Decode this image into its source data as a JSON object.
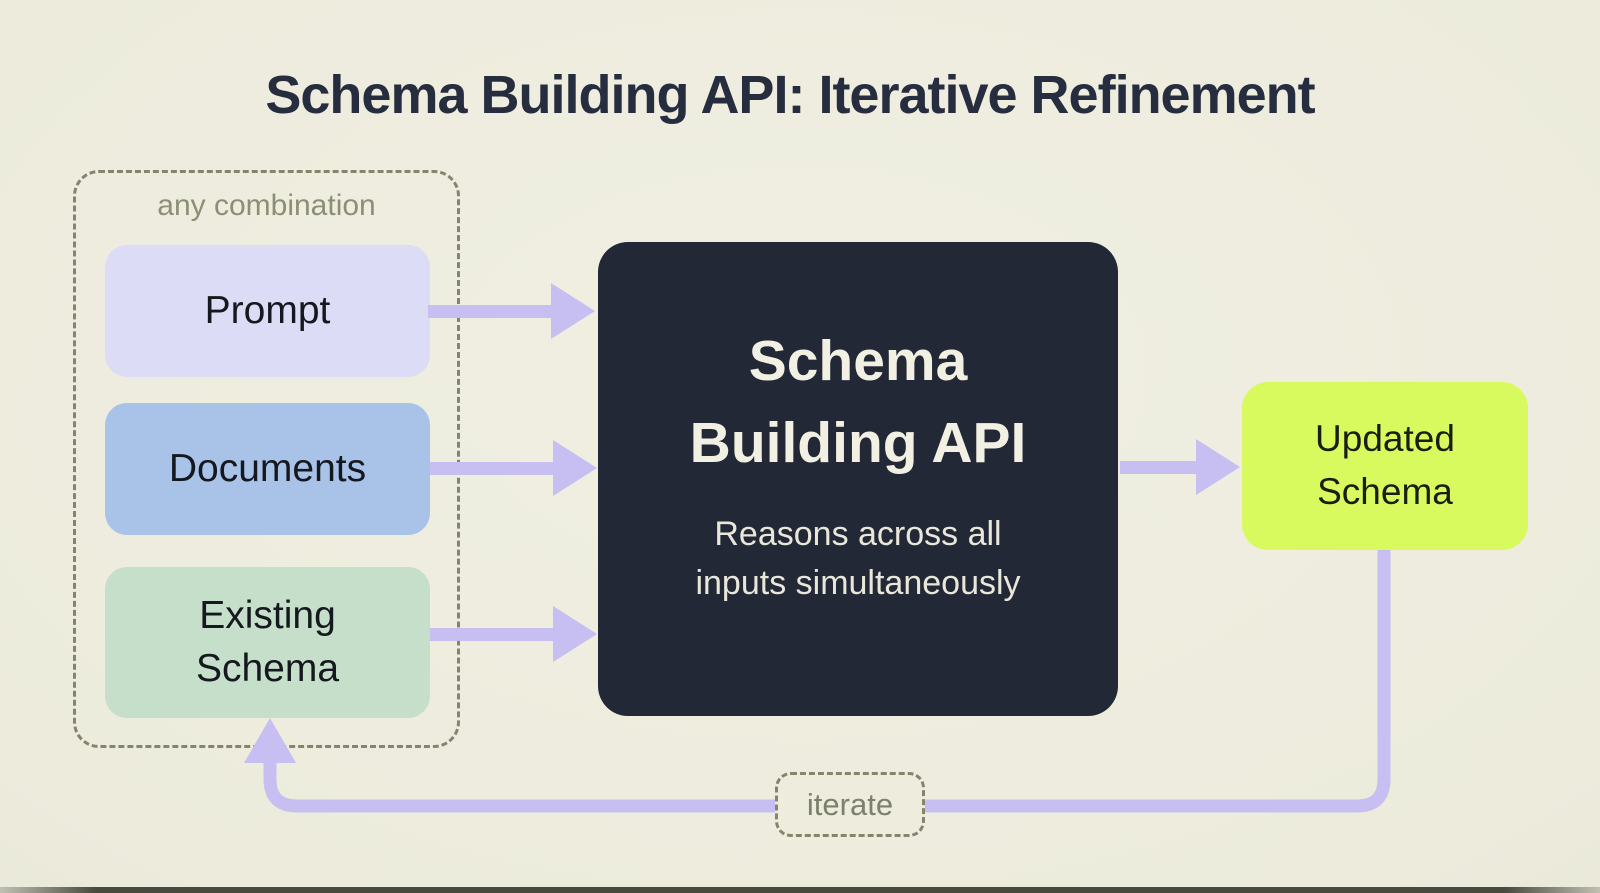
{
  "title": "Schema Building API: Iterative Refinement",
  "input_group": {
    "label": "any combination",
    "items": [
      {
        "label": "Prompt",
        "color": "#dcdcf6"
      },
      {
        "label": "Documents",
        "color": "#a9c2e8"
      },
      {
        "label": "Existing\nSchema",
        "color": "#c6dfca"
      }
    ]
  },
  "api_node": {
    "title": "Schema\nBuilding API",
    "subtitle": "Reasons across all\ninputs simultaneously",
    "color": "#222836",
    "text_color": "#f2f0e2"
  },
  "output_node": {
    "label": "Updated\nSchema",
    "color": "#d9fa5e"
  },
  "loop_label": "iterate",
  "colors": {
    "background": "#ecebdc",
    "arrow": "#c7bff1",
    "dashed_border": "#85856d",
    "group_label_text": "#8b9074",
    "title_text": "#262d3e",
    "node_label_text": "#15181e",
    "bottom_edge": "#464a3f"
  }
}
